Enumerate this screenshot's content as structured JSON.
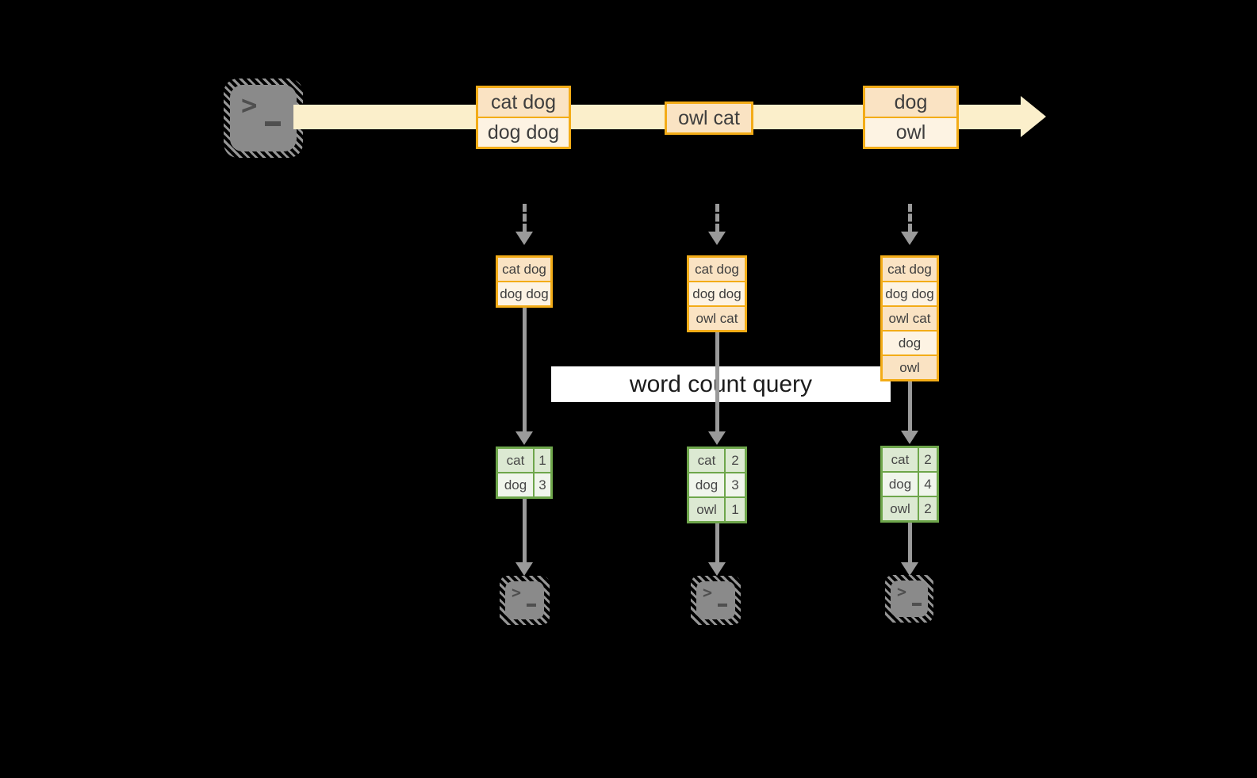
{
  "query_label": "word count query",
  "stream": {
    "events": [
      {
        "lines": [
          "cat dog",
          "dog dog"
        ]
      },
      {
        "lines": [
          "owl cat"
        ]
      },
      {
        "lines": [
          "dog",
          "owl"
        ]
      }
    ]
  },
  "stages": [
    {
      "buffer": [
        "cat dog",
        "dog dog"
      ],
      "counts": [
        {
          "word": "cat",
          "count": "1"
        },
        {
          "word": "dog",
          "count": "3"
        }
      ]
    },
    {
      "buffer": [
        "cat dog",
        "dog dog",
        "owl cat"
      ],
      "counts": [
        {
          "word": "cat",
          "count": "2"
        },
        {
          "word": "dog",
          "count": "3"
        },
        {
          "word": "owl",
          "count": "1"
        }
      ]
    },
    {
      "buffer": [
        "cat dog",
        "dog dog",
        "owl cat",
        "dog",
        "owl"
      ],
      "counts": [
        {
          "word": "cat",
          "count": "2"
        },
        {
          "word": "dog",
          "count": "4"
        },
        {
          "word": "owl",
          "count": "2"
        }
      ]
    }
  ],
  "colors": {
    "accent_orange": "#F3AC17",
    "row_peach": "#FAE3C3",
    "row_cream": "#FDF3E3",
    "band_cream": "#FBEFCB",
    "accent_green": "#6EA64B",
    "cell_green": "#DCE9D2",
    "cell_green_light": "#F0F5EC",
    "arrow_gray": "#9A9A9A",
    "terminal_gray": "#8A8A8A"
  }
}
